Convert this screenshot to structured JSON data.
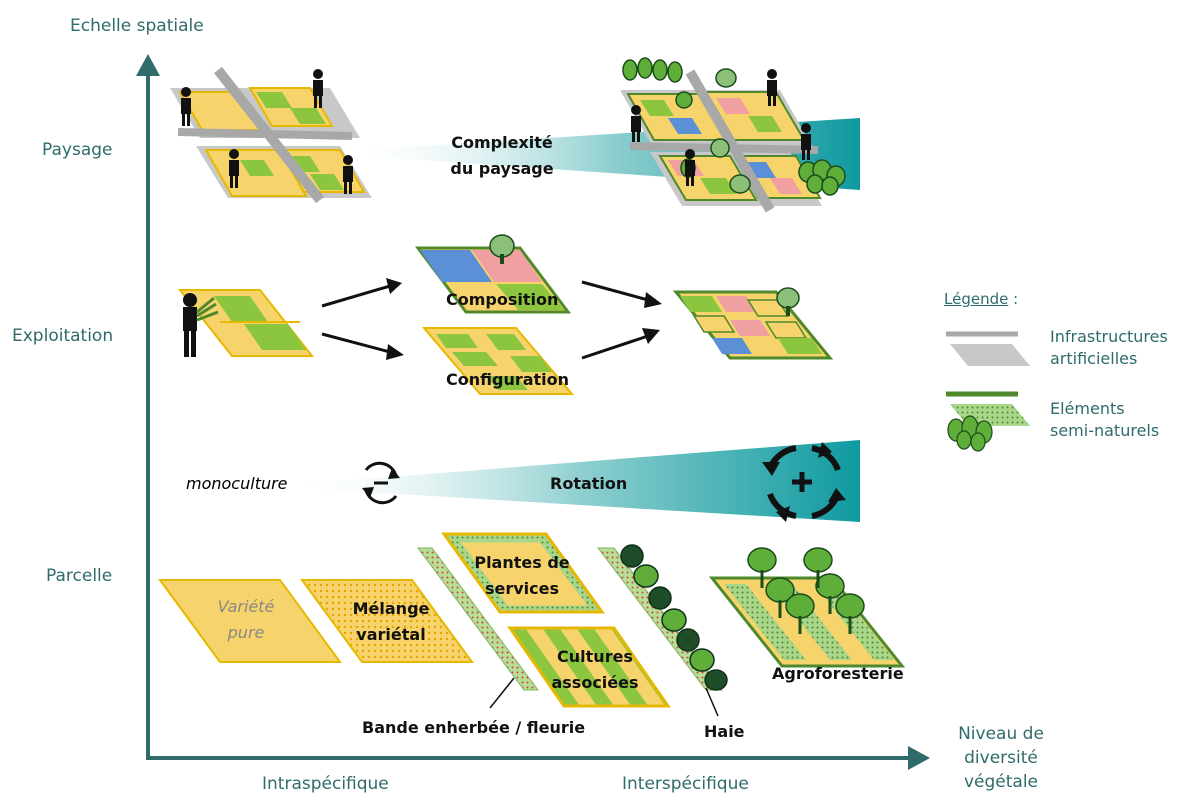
{
  "axes": {
    "y_title": "Echelle spatiale",
    "x_title_line1": "Niveau de",
    "x_title_line2": "diversité",
    "x_title_line3": "végétale",
    "x_tick_1": "Intraspécifique",
    "x_tick_2": "Interspécifique",
    "y_levels": [
      "Paysage",
      "Exploitation",
      "Parcelle"
    ]
  },
  "paysage": {
    "gradient_label_line1": "Complexité",
    "gradient_label_line2": "du paysage"
  },
  "exploitation": {
    "composition_label": "Composition",
    "configuration_label": "Configuration"
  },
  "rotation": {
    "left_label": "monoculture",
    "label": "Rotation"
  },
  "parcelle": {
    "variete_pure_line1": "Variété",
    "variete_pure_line2": "pure",
    "melange_line1": "Mélange",
    "melange_line2": "variétal",
    "plantes_line1": "Plantes de",
    "plantes_line2": "services",
    "cultures_line1": "Cultures",
    "cultures_line2": "associées",
    "bande_label": "Bande enherbée / fleurie",
    "haie_label": "Haie",
    "agro_label": "Agroforesterie"
  },
  "legend": {
    "title": "Légende",
    "title_suffix": " :",
    "item1_line1": "Infrastructures",
    "item1_line2": "artificielles",
    "item2_line1": "Eléments",
    "item2_line2": "semi-naturels"
  },
  "colors": {
    "axis": "#2f6b6b",
    "yellow": "#f7d36b",
    "green": "#8cc63f",
    "blue": "#5b8fd6",
    "pink": "#f0a0a0",
    "border": "#e6b800",
    "dark_green_border": "#4e8a2c",
    "teal": "#0e9aa0",
    "grey_road": "#b8b8b8"
  }
}
